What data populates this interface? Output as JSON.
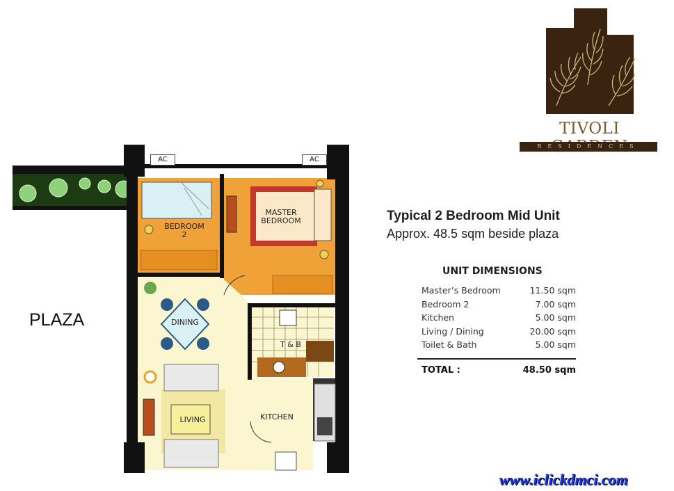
{
  "logo": {
    "name": "TIVOLI GARDEN",
    "subtitle": "RESIDENCES"
  },
  "heading": {
    "title": "Typical 2 Bedroom Mid Unit",
    "subtitle": "Approx. 48.5 sqm beside plaza"
  },
  "dimensions": {
    "heading": "UNIT DIMENSIONS",
    "rows": [
      {
        "room": "Master’s Bedroom",
        "area": "11.50 sqm"
      },
      {
        "room": "Bedroom 2",
        "area": "7.00 sqm"
      },
      {
        "room": "Kitchen",
        "area": "5.00 sqm"
      },
      {
        "room": "Living / Dining",
        "area": "20.00 sqm"
      },
      {
        "room": "Toilet & Bath",
        "area": "5.00 sqm"
      }
    ],
    "total_label": "TOTAL :",
    "total_value": "48.50 sqm"
  },
  "plan": {
    "ac_left": "AC",
    "ac_right": "AC",
    "bedroom2_line1": "BEDROOM",
    "bedroom2_line2": "2",
    "master_line1": "MASTER",
    "master_line2": "BEDROOM",
    "dining": "DINING",
    "tb": "T & B",
    "living": "LIVING",
    "kitchen": "KITCHEN",
    "plaza": "PLAZA"
  },
  "watermark": "www.iclickdmci.com",
  "colors": {
    "wall": "#111111",
    "bedroom_floor": "#f0a238",
    "master_floor": "#f0a238",
    "living_floor": "#fbf6cf",
    "tile": "#fbf6cf",
    "rug": "#f2e7a3",
    "bed": "#d9f0f4",
    "logo_brown": "#3a2411",
    "logo_gold": "#d8c48e",
    "watermark": "#1a2fd6"
  }
}
